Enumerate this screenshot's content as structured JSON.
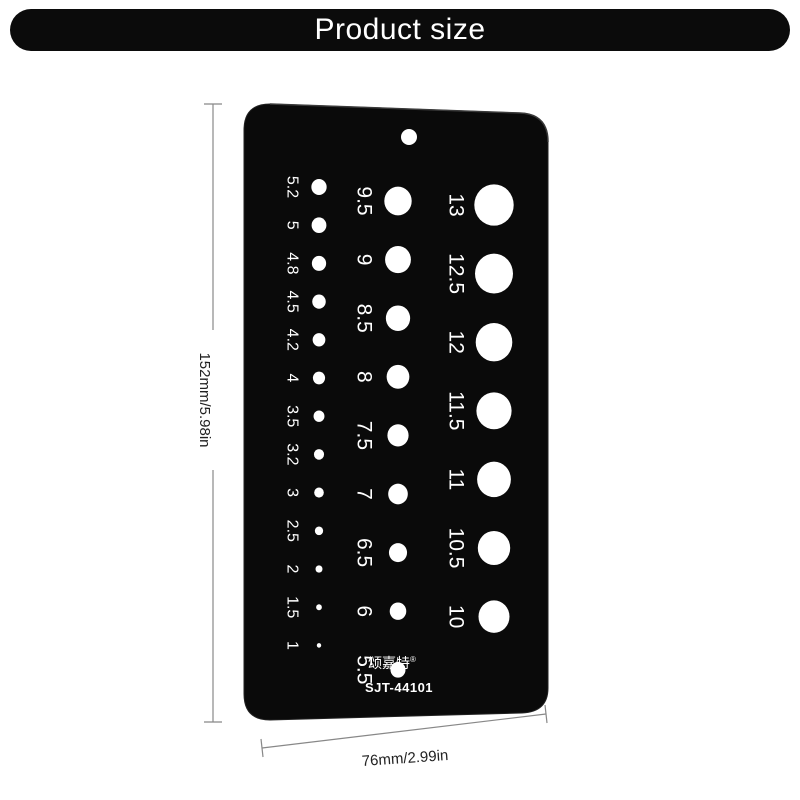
{
  "banner": {
    "title": "Product size"
  },
  "dimensions": {
    "height_label": "152mm/5.98in",
    "width_label": "76mm/2.99in"
  },
  "gauge": {
    "brand": "颂嘉特",
    "registered_mark": "®",
    "model": "SJT-44101",
    "columns": {
      "small": [
        "5.2",
        "5",
        "4.8",
        "4.5",
        "4.2",
        "4",
        "3.5",
        "3.2",
        "3",
        "2.5",
        "2",
        "1.5",
        "1"
      ],
      "medium": [
        "9.5",
        "9",
        "8.5",
        "8",
        "7.5",
        "7",
        "6.5",
        "6",
        "5.5"
      ],
      "large": [
        "13",
        "12.5",
        "12",
        "11.5",
        "11",
        "10.5",
        "10"
      ]
    }
  },
  "colors": {
    "banner": "#0b0b0b",
    "gauge_body": "#0a0a0a",
    "text_on_gauge": "#ffffff",
    "dimension_line": "#888888"
  }
}
